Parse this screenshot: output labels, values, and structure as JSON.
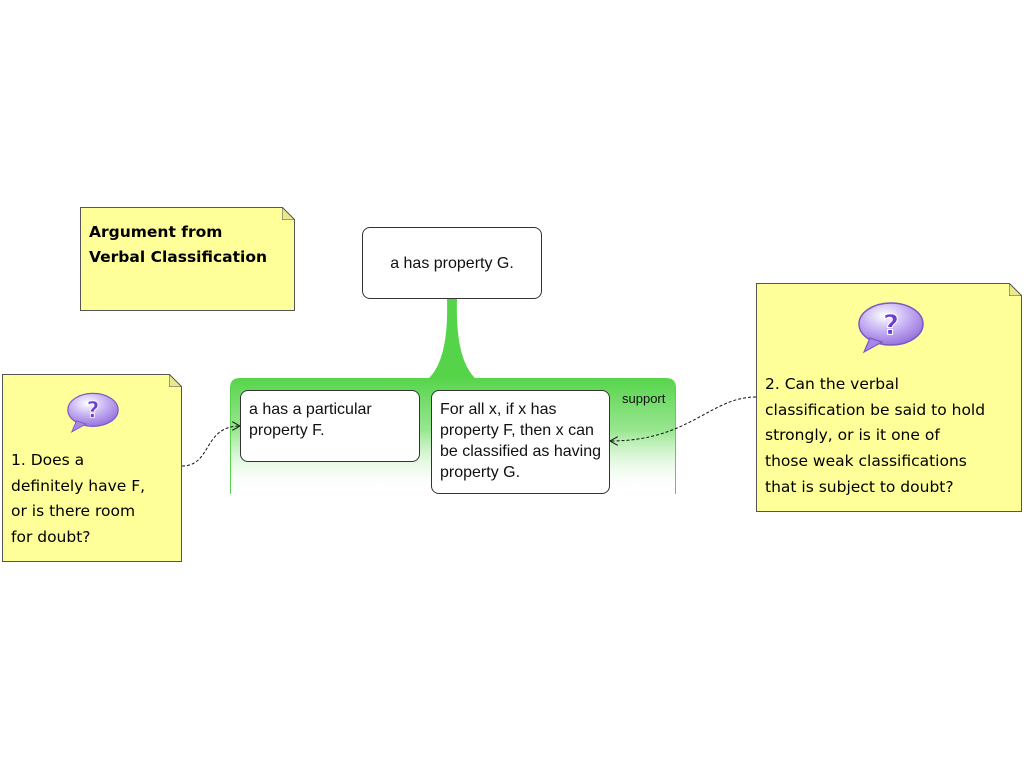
{
  "diagram": {
    "title": "Argument from\nVerbal Classification",
    "conclusion": "a has property G.",
    "support_label": "support",
    "premises": [
      "a has a particular property F.",
      "For all x, if x has property F, then x can be classified as having property G."
    ],
    "critical_questions": [
      "1. Does a\ndefinitely have F,\nor is there room\nfor doubt?",
      "2. Can the verbal\nclassification be said to hold\nstrongly, or is it one of\nthose weak classifications\nthat is subject to doubt?"
    ],
    "colors": {
      "note_fill": "#ffff99",
      "support_green": "#55d44a",
      "question_icon": "#9a73e0"
    }
  }
}
